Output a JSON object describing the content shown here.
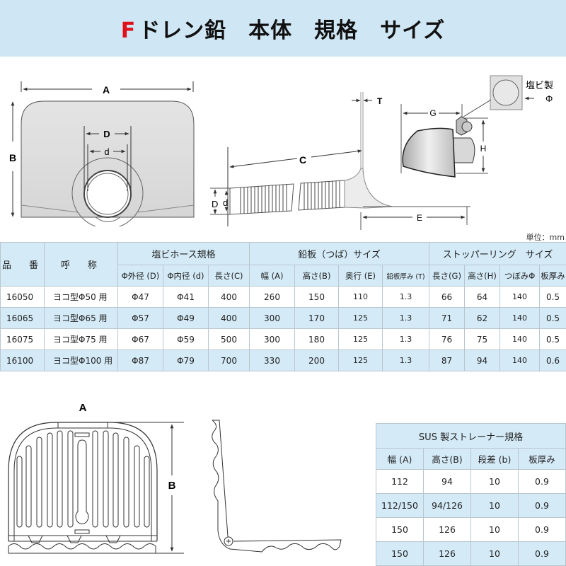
{
  "title": {
    "prefix": "F",
    "text": "ドレン鉛　本体　規格　サイズ"
  },
  "diagrams": {
    "front_view": {
      "label_a": "A",
      "label_b": "B",
      "label_d_outer": "D",
      "label_d_inner": "d"
    },
    "side_view": {
      "label_c": "C",
      "label_t": "T",
      "label_e": "E",
      "label_d_outer": "D",
      "label_d_inner": "d"
    },
    "stopper_ring": {
      "label_g": "G",
      "label_h": "H",
      "material": "塩ビ製",
      "phi": "Φ"
    },
    "strainer_front": {
      "label_a": "A",
      "label_b": "B"
    },
    "strainer_side": {}
  },
  "unit_note": "単位：mm",
  "spec_table": {
    "headers": {
      "part_no": "品　番",
      "name": "呼　称",
      "hose_group": "塩ビホース規格",
      "plate_group": "鉛板（つば）サイズ",
      "ring_group": "ストッパーリング　サイズ",
      "hose_cols": [
        "Φ外径 (D)",
        "Φ内径 (d)",
        "長さ(C)"
      ],
      "plate_cols": [
        "幅 (A)",
        "高さ(B)",
        "奥行 (E)",
        "鉛板厚み (T)"
      ],
      "ring_cols": [
        "長さ(G)",
        "高さ(H)",
        "つぼみΦ",
        "板厚み"
      ]
    },
    "rows": [
      {
        "part_no": "16050",
        "name": "ヨコ型Φ50 用",
        "hose": [
          "Φ47",
          "Φ41",
          "400"
        ],
        "plate": [
          "260",
          "150",
          "110",
          "1.3"
        ],
        "ring": [
          "66",
          "64",
          "140",
          "0.5"
        ]
      },
      {
        "part_no": "16065",
        "name": "ヨコ型Φ65 用",
        "hose": [
          "Φ57",
          "Φ49",
          "400"
        ],
        "plate": [
          "300",
          "170",
          "125",
          "1.3"
        ],
        "ring": [
          "71",
          "62",
          "140",
          "0.5"
        ]
      },
      {
        "part_no": "16075",
        "name": "ヨコ型Φ75 用",
        "hose": [
          "Φ67",
          "Φ59",
          "500"
        ],
        "plate": [
          "300",
          "180",
          "125",
          "1.3"
        ],
        "ring": [
          "76",
          "75",
          "140",
          "0.5"
        ]
      },
      {
        "part_no": "16100",
        "name": "ヨコ型Φ100 用",
        "hose": [
          "Φ87",
          "Φ79",
          "700"
        ],
        "plate": [
          "330",
          "200",
          "125",
          "1.3"
        ],
        "ring": [
          "87",
          "94",
          "140",
          "0.6"
        ]
      }
    ]
  },
  "sus_table": {
    "title": "SUS 製ストレーナー規格",
    "columns": [
      "幅 (A)",
      "高さ(B)",
      "段差 (b)",
      "板厚み"
    ],
    "rows": [
      [
        "112",
        "94",
        "10",
        "0.9"
      ],
      [
        "112/150",
        "94/126",
        "10",
        "0.9"
      ],
      [
        "150",
        "126",
        "10",
        "0.9"
      ],
      [
        "150",
        "126",
        "10",
        "0.9"
      ]
    ]
  }
}
